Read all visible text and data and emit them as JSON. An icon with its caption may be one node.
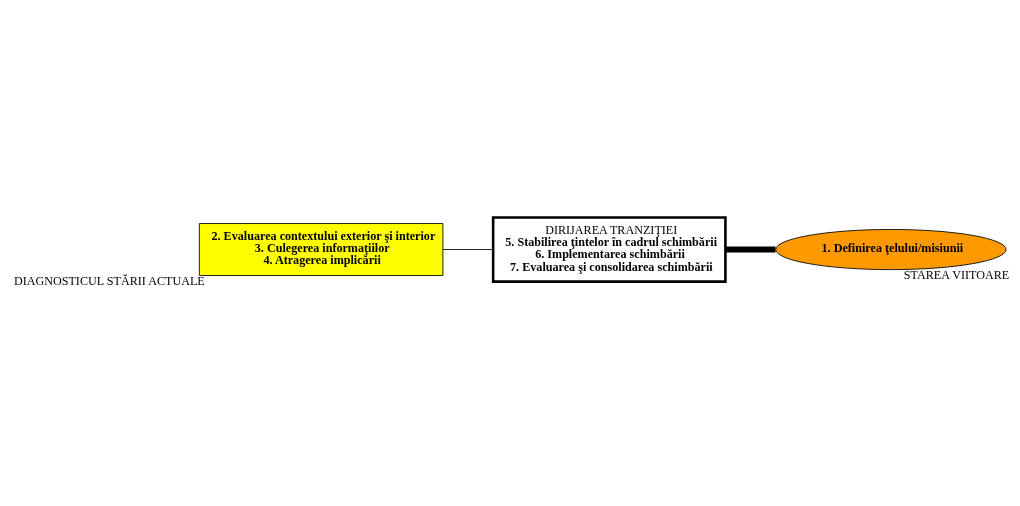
{
  "diagram": {
    "nodes": [
      {
        "text": [
          "1. Definirea ţelului/misiunii"
        ],
        "beside": [
          "STAREA VIITOARE"
        ]
      },
      {
        "text": [
          "DIRIJAREA TRANZIŢIEI",
          "5. Stabilirea ţintelor în cadrul schimbării",
          "6. Implementarea schimbării",
          "7. Evaluarea şi consolidarea schimbării"
        ]
      },
      {
        "text": [
          "2. Evaluarea contextului exterior şi interior",
          "3. Culegerea informaţiilor",
          "4. Atragerea implicării"
        ],
        "beside": [
          "DIAGNOSTICUL STĂRII ACTUALE"
        ]
      }
    ],
    "edges": [
      {
        "from": 2,
        "to": 1,
        "arrow": "none"
      },
      {
        "from": 1,
        "to": 0,
        "arrow": "none",
        "style": "thick"
      }
    ]
  }
}
